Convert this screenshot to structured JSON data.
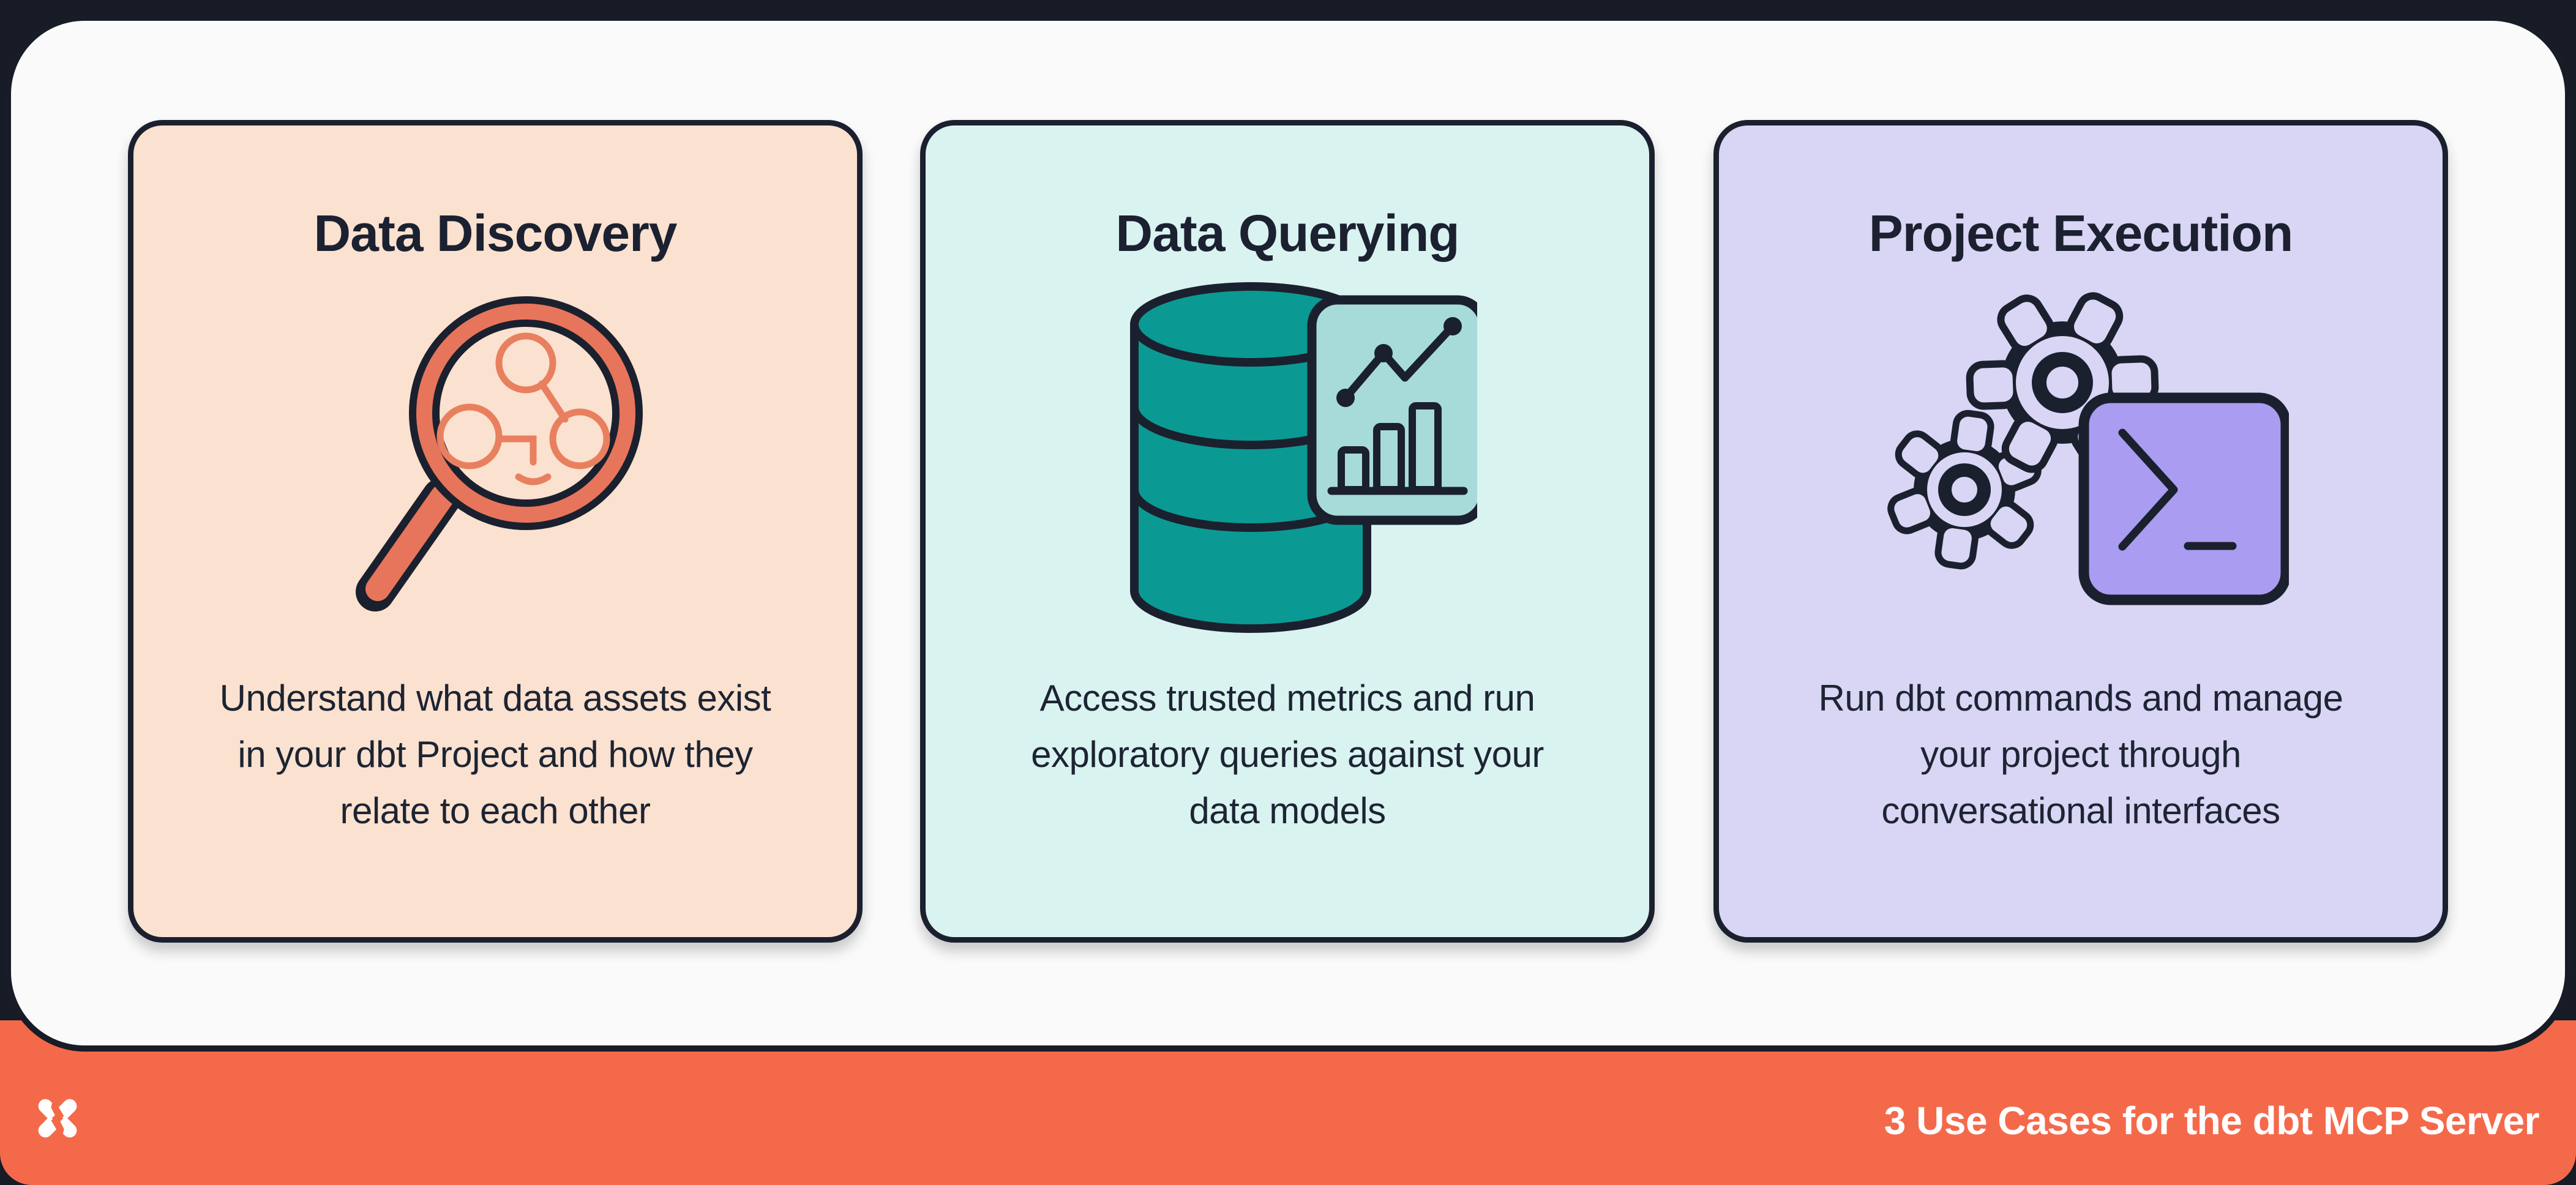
{
  "colors": {
    "background_dark": "#171B26",
    "panel_white": "#FAFAFA",
    "outline_dark": "#1B202E",
    "footer_orange": "#F5694B",
    "card1_bg": "#FBE1CF",
    "card1_accent": "#E7755B",
    "card1_accent_light": "#E8805F",
    "card2_bg": "#D9F3F1",
    "card2_teal": "#0A9A93",
    "card2_mint": "#A6DBD9",
    "card3_bg": "#D8D6F4",
    "card3_purple": "#A99CF1"
  },
  "cards": [
    {
      "title": "Data Discovery",
      "icon": "magnifier-lineage-icon",
      "lines": [
        "Understand what data assets exist",
        "in your dbt Project and how they",
        "relate to each other"
      ]
    },
    {
      "title": "Data Querying",
      "icon": "database-analytics-icon",
      "lines": [
        "Access trusted metrics and run",
        "exploratory queries against your",
        "data models"
      ]
    },
    {
      "title": "Project Execution",
      "icon": "gears-terminal-icon",
      "lines": [
        "Run dbt commands and manage",
        "your project through",
        "conversational interfaces"
      ]
    }
  ],
  "footer": {
    "logo": "dbt-logo",
    "title": "3 Use Cases for the dbt MCP Server"
  }
}
